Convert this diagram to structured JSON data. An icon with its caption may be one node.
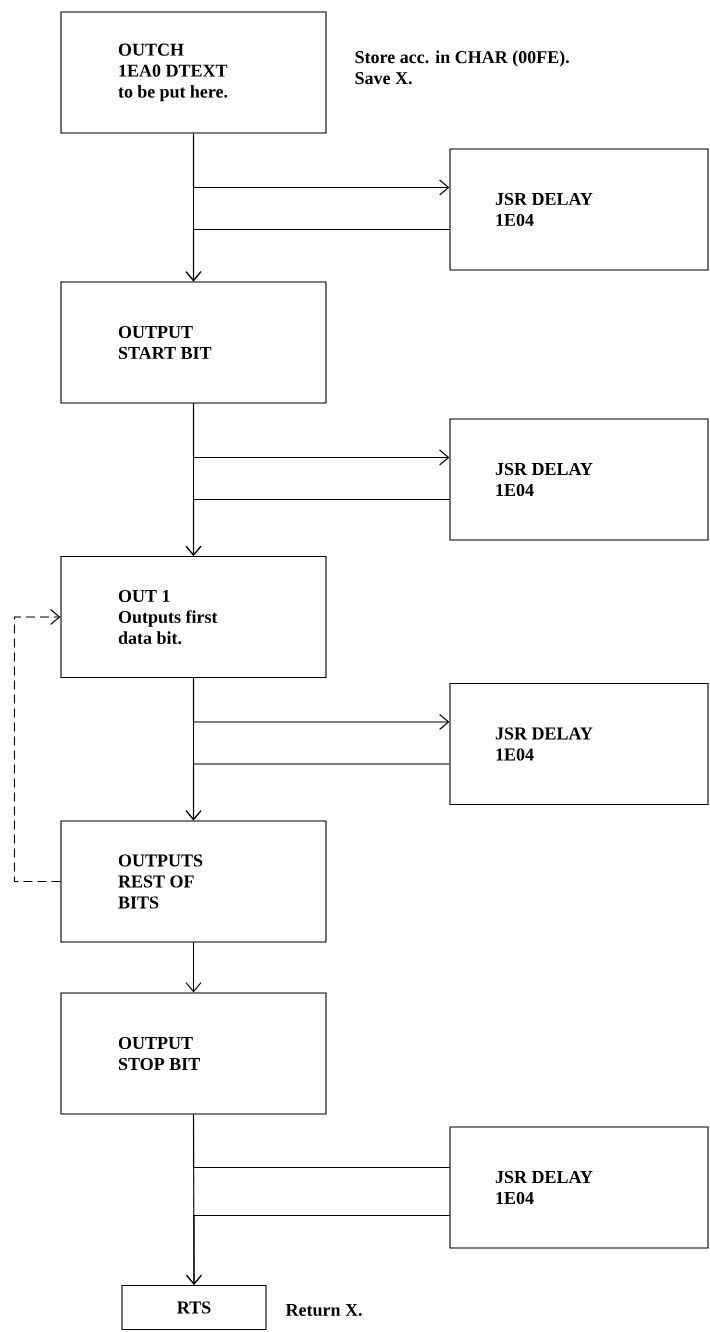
{
  "diagram": {
    "nodes": [
      {
        "text": [
          "OUTCH 1EA0 DTEXT to be put here."
        ],
        "beside": [
          "Store acc. in CHAR (00FE). Save X."
        ]
      },
      {
        "text": [
          "JSR DELAY 1E04"
        ]
      },
      {
        "text": [
          "OUTPUT START BIT"
        ]
      },
      {
        "text": [
          "JSR DELAY 1E04"
        ]
      },
      {
        "text": [
          "OUT 1 Outputs first data bit."
        ]
      },
      {
        "text": [
          "JSR DELAY 1E04"
        ]
      },
      {
        "text": [
          "OUTPUTS REST OF BITS"
        ]
      },
      {
        "text": [
          "OUTPUT STOP BIT"
        ]
      },
      {
        "text": [
          "JSR DELAY 1E04"
        ]
      },
      {
        "text": [
          "RTS"
        ],
        "beside": [
          "Return X."
        ]
      }
    ],
    "edges": [
      {
        "from": 0,
        "to": 2,
        "arrow": "to"
      },
      {
        "from": 0,
        "to": 1,
        "arrow": "to"
      },
      {
        "from": 1,
        "to": 2,
        "arrow": "to"
      },
      {
        "from": 2,
        "to": 4,
        "arrow": "to"
      },
      {
        "from": 2,
        "to": 3,
        "arrow": "to"
      },
      {
        "from": 3,
        "to": 4,
        "arrow": "to"
      },
      {
        "from": 4,
        "to": 6,
        "arrow": "to"
      },
      {
        "from": 4,
        "to": 5,
        "arrow": "to"
      },
      {
        "from": 5,
        "to": 6,
        "arrow": "to"
      },
      {
        "from": 6,
        "to": 4,
        "arrow": "to",
        "style": "dashed"
      },
      {
        "from": 6,
        "to": 7,
        "arrow": "to"
      },
      {
        "from": 7,
        "to": 9,
        "arrow": "to"
      },
      {
        "from": 7,
        "to": 8,
        "arrow": "none"
      },
      {
        "from": 8,
        "to": 9,
        "arrow": "to"
      }
    ]
  }
}
